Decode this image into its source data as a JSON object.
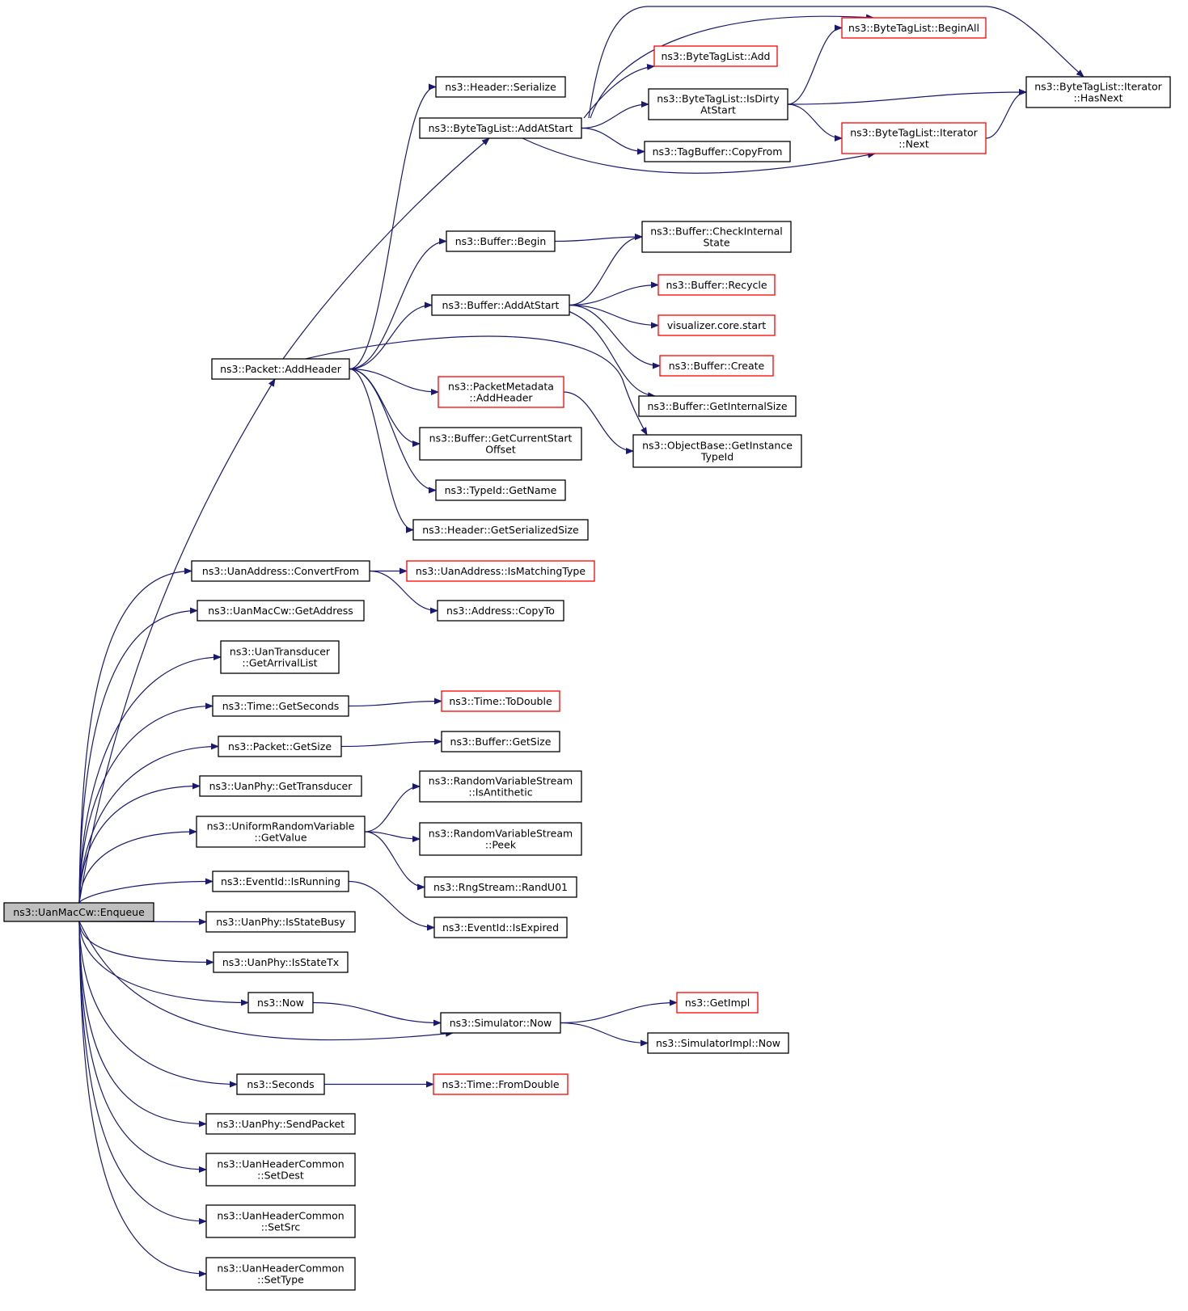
{
  "colors": {
    "edge": "#191970",
    "node_border_default": "#000000",
    "node_border_truncated": "#ff0000",
    "node_fill_default": "#ffffff",
    "node_fill_root": "#bfbfbf",
    "text": "#000000"
  },
  "graph": {
    "root": "enqueue",
    "nodes": [
      {
        "id": "enqueue",
        "lines": [
          "ns3::UanMacCw::Enqueue"
        ],
        "style": "root"
      },
      {
        "id": "addHeader",
        "lines": [
          "ns3::Packet::AddHeader"
        ],
        "style": "normal"
      },
      {
        "id": "headerSerialize",
        "lines": [
          "ns3::Header::Serialize"
        ],
        "style": "normal"
      },
      {
        "id": "btlAddAtStart",
        "lines": [
          "ns3::ByteTagList::AddAtStart"
        ],
        "style": "normal"
      },
      {
        "id": "btlBeginAll",
        "lines": [
          "ns3::ByteTagList::BeginAll"
        ],
        "style": "truncated"
      },
      {
        "id": "btlAdd",
        "lines": [
          "ns3::ByteTagList::Add"
        ],
        "style": "truncated"
      },
      {
        "id": "btlIsDirty",
        "lines": [
          "ns3::ByteTagList::IsDirty",
          "AtStart"
        ],
        "style": "normal"
      },
      {
        "id": "btlIterHasNext",
        "lines": [
          "ns3::ByteTagList::Iterator",
          "::HasNext"
        ],
        "style": "normal"
      },
      {
        "id": "btlIterNext",
        "lines": [
          "ns3::ByteTagList::Iterator",
          "::Next"
        ],
        "style": "truncated"
      },
      {
        "id": "tagBufCopyFrom",
        "lines": [
          "ns3::TagBuffer::CopyFrom"
        ],
        "style": "normal"
      },
      {
        "id": "bufBegin",
        "lines": [
          "ns3::Buffer::Begin"
        ],
        "style": "normal"
      },
      {
        "id": "bufCheckInternal",
        "lines": [
          "ns3::Buffer::CheckInternal",
          "State"
        ],
        "style": "normal"
      },
      {
        "id": "bufAddAtStart",
        "lines": [
          "ns3::Buffer::AddAtStart"
        ],
        "style": "normal"
      },
      {
        "id": "bufRecycle",
        "lines": [
          "ns3::Buffer::Recycle"
        ],
        "style": "truncated"
      },
      {
        "id": "vizStart",
        "lines": [
          "visualizer.core.start"
        ],
        "style": "truncated"
      },
      {
        "id": "bufCreate",
        "lines": [
          "ns3::Buffer::Create"
        ],
        "style": "truncated"
      },
      {
        "id": "bufGetInternalSize",
        "lines": [
          "ns3::Buffer::GetInternalSize"
        ],
        "style": "normal"
      },
      {
        "id": "pktMetaAddHeader",
        "lines": [
          "ns3::PacketMetadata",
          "::AddHeader"
        ],
        "style": "truncated"
      },
      {
        "id": "objGetInstanceTypeId",
        "lines": [
          "ns3::ObjectBase::GetInstance",
          "TypeId"
        ],
        "style": "normal"
      },
      {
        "id": "bufGetCurrentStartOffset",
        "lines": [
          "ns3::Buffer::GetCurrentStart",
          "Offset"
        ],
        "style": "normal"
      },
      {
        "id": "typeIdGetName",
        "lines": [
          "ns3::TypeId::GetName"
        ],
        "style": "normal"
      },
      {
        "id": "headerGetSerializedSize",
        "lines": [
          "ns3::Header::GetSerializedSize"
        ],
        "style": "normal"
      },
      {
        "id": "uanAddrConvertFrom",
        "lines": [
          "ns3::UanAddress::ConvertFrom"
        ],
        "style": "normal"
      },
      {
        "id": "uanAddrIsMatchingType",
        "lines": [
          "ns3::UanAddress::IsMatchingType"
        ],
        "style": "truncated"
      },
      {
        "id": "addrCopyTo",
        "lines": [
          "ns3::Address::CopyTo"
        ],
        "style": "normal"
      },
      {
        "id": "uanMacCwGetAddress",
        "lines": [
          "ns3::UanMacCw::GetAddress"
        ],
        "style": "normal"
      },
      {
        "id": "uanTransGetArrivalList",
        "lines": [
          "ns3::UanTransducer",
          "::GetArrivalList"
        ],
        "style": "normal"
      },
      {
        "id": "timeGetSeconds",
        "lines": [
          "ns3::Time::GetSeconds"
        ],
        "style": "normal"
      },
      {
        "id": "timeToDouble",
        "lines": [
          "ns3::Time::ToDouble"
        ],
        "style": "truncated"
      },
      {
        "id": "pktGetSize",
        "lines": [
          "ns3::Packet::GetSize"
        ],
        "style": "normal"
      },
      {
        "id": "bufGetSize",
        "lines": [
          "ns3::Buffer::GetSize"
        ],
        "style": "normal"
      },
      {
        "id": "uanPhyGetTransducer",
        "lines": [
          "ns3::UanPhy::GetTransducer"
        ],
        "style": "normal"
      },
      {
        "id": "uniformGetValue",
        "lines": [
          "ns3::UniformRandomVariable",
          "::GetValue"
        ],
        "style": "normal"
      },
      {
        "id": "rvsIsAntithetic",
        "lines": [
          "ns3::RandomVariableStream",
          "::IsAntithetic"
        ],
        "style": "normal"
      },
      {
        "id": "rvsPeek",
        "lines": [
          "ns3::RandomVariableStream",
          "::Peek"
        ],
        "style": "normal"
      },
      {
        "id": "rngRandU01",
        "lines": [
          "ns3::RngStream::RandU01"
        ],
        "style": "normal"
      },
      {
        "id": "eventIsRunning",
        "lines": [
          "ns3::EventId::IsRunning"
        ],
        "style": "normal"
      },
      {
        "id": "eventIsExpired",
        "lines": [
          "ns3::EventId::IsExpired"
        ],
        "style": "normal"
      },
      {
        "id": "uanPhyIsStateBusy",
        "lines": [
          "ns3::UanPhy::IsStateBusy"
        ],
        "style": "normal"
      },
      {
        "id": "uanPhyIsStateTx",
        "lines": [
          "ns3::UanPhy::IsStateTx"
        ],
        "style": "normal"
      },
      {
        "id": "ns3Now",
        "lines": [
          "ns3::Now"
        ],
        "style": "normal"
      },
      {
        "id": "simNow",
        "lines": [
          "ns3::Simulator::Now"
        ],
        "style": "normal"
      },
      {
        "id": "getImpl",
        "lines": [
          "ns3::GetImpl"
        ],
        "style": "truncated"
      },
      {
        "id": "simImplNow",
        "lines": [
          "ns3::SimulatorImpl::Now"
        ],
        "style": "normal"
      },
      {
        "id": "ns3Seconds",
        "lines": [
          "ns3::Seconds"
        ],
        "style": "normal"
      },
      {
        "id": "timeFromDouble",
        "lines": [
          "ns3::Time::FromDouble"
        ],
        "style": "truncated"
      },
      {
        "id": "uanPhySendPacket",
        "lines": [
          "ns3::UanPhy::SendPacket"
        ],
        "style": "normal"
      },
      {
        "id": "hdrSetDest",
        "lines": [
          "ns3::UanHeaderCommon",
          "::SetDest"
        ],
        "style": "normal"
      },
      {
        "id": "hdrSetSrc",
        "lines": [
          "ns3::UanHeaderCommon",
          "::SetSrc"
        ],
        "style": "normal"
      },
      {
        "id": "hdrSetType",
        "lines": [
          "ns3::UanHeaderCommon",
          "::SetType"
        ],
        "style": "normal"
      }
    ],
    "edges": [
      [
        "enqueue",
        "addHeader"
      ],
      [
        "enqueue",
        "uanAddrConvertFrom"
      ],
      [
        "enqueue",
        "uanMacCwGetAddress"
      ],
      [
        "enqueue",
        "uanTransGetArrivalList"
      ],
      [
        "enqueue",
        "timeGetSeconds"
      ],
      [
        "enqueue",
        "pktGetSize"
      ],
      [
        "enqueue",
        "uanPhyGetTransducer"
      ],
      [
        "enqueue",
        "uniformGetValue"
      ],
      [
        "enqueue",
        "eventIsRunning"
      ],
      [
        "enqueue",
        "uanPhyIsStateBusy"
      ],
      [
        "enqueue",
        "uanPhyIsStateTx"
      ],
      [
        "enqueue",
        "ns3Now"
      ],
      [
        "enqueue",
        "simNow"
      ],
      [
        "enqueue",
        "ns3Seconds"
      ],
      [
        "enqueue",
        "uanPhySendPacket"
      ],
      [
        "enqueue",
        "hdrSetDest"
      ],
      [
        "enqueue",
        "hdrSetSrc"
      ],
      [
        "enqueue",
        "hdrSetType"
      ],
      [
        "addHeader",
        "headerSerialize"
      ],
      [
        "addHeader",
        "btlAddAtStart"
      ],
      [
        "addHeader",
        "bufBegin"
      ],
      [
        "addHeader",
        "bufAddAtStart"
      ],
      [
        "addHeader",
        "objGetInstanceTypeId"
      ],
      [
        "addHeader",
        "pktMetaAddHeader"
      ],
      [
        "addHeader",
        "bufGetCurrentStartOffset"
      ],
      [
        "addHeader",
        "typeIdGetName"
      ],
      [
        "addHeader",
        "headerGetSerializedSize"
      ],
      [
        "btlAddAtStart",
        "btlBeginAll"
      ],
      [
        "btlAddAtStart",
        "btlIterHasNext"
      ],
      [
        "btlAddAtStart",
        "btlAdd"
      ],
      [
        "btlAddAtStart",
        "btlIsDirty"
      ],
      [
        "btlAddAtStart",
        "tagBufCopyFrom"
      ],
      [
        "btlAddAtStart",
        "btlIterNext"
      ],
      [
        "btlIsDirty",
        "btlBeginAll"
      ],
      [
        "btlIsDirty",
        "btlIterHasNext"
      ],
      [
        "btlIsDirty",
        "btlIterNext"
      ],
      [
        "btlIterNext",
        "btlIterHasNext"
      ],
      [
        "bufBegin",
        "bufCheckInternal"
      ],
      [
        "bufAddAtStart",
        "bufCheckInternal"
      ],
      [
        "bufAddAtStart",
        "bufRecycle"
      ],
      [
        "bufAddAtStart",
        "vizStart"
      ],
      [
        "bufAddAtStart",
        "bufCreate"
      ],
      [
        "bufAddAtStart",
        "bufGetInternalSize"
      ],
      [
        "pktMetaAddHeader",
        "objGetInstanceTypeId"
      ],
      [
        "uanAddrConvertFrom",
        "uanAddrIsMatchingType"
      ],
      [
        "uanAddrConvertFrom",
        "addrCopyTo"
      ],
      [
        "timeGetSeconds",
        "timeToDouble"
      ],
      [
        "pktGetSize",
        "bufGetSize"
      ],
      [
        "uniformGetValue",
        "rvsIsAntithetic"
      ],
      [
        "uniformGetValue",
        "rvsPeek"
      ],
      [
        "uniformGetValue",
        "rngRandU01"
      ],
      [
        "eventIsRunning",
        "eventIsExpired"
      ],
      [
        "ns3Now",
        "simNow"
      ],
      [
        "simNow",
        "getImpl"
      ],
      [
        "simNow",
        "simImplNow"
      ],
      [
        "ns3Seconds",
        "timeFromDouble"
      ]
    ]
  }
}
